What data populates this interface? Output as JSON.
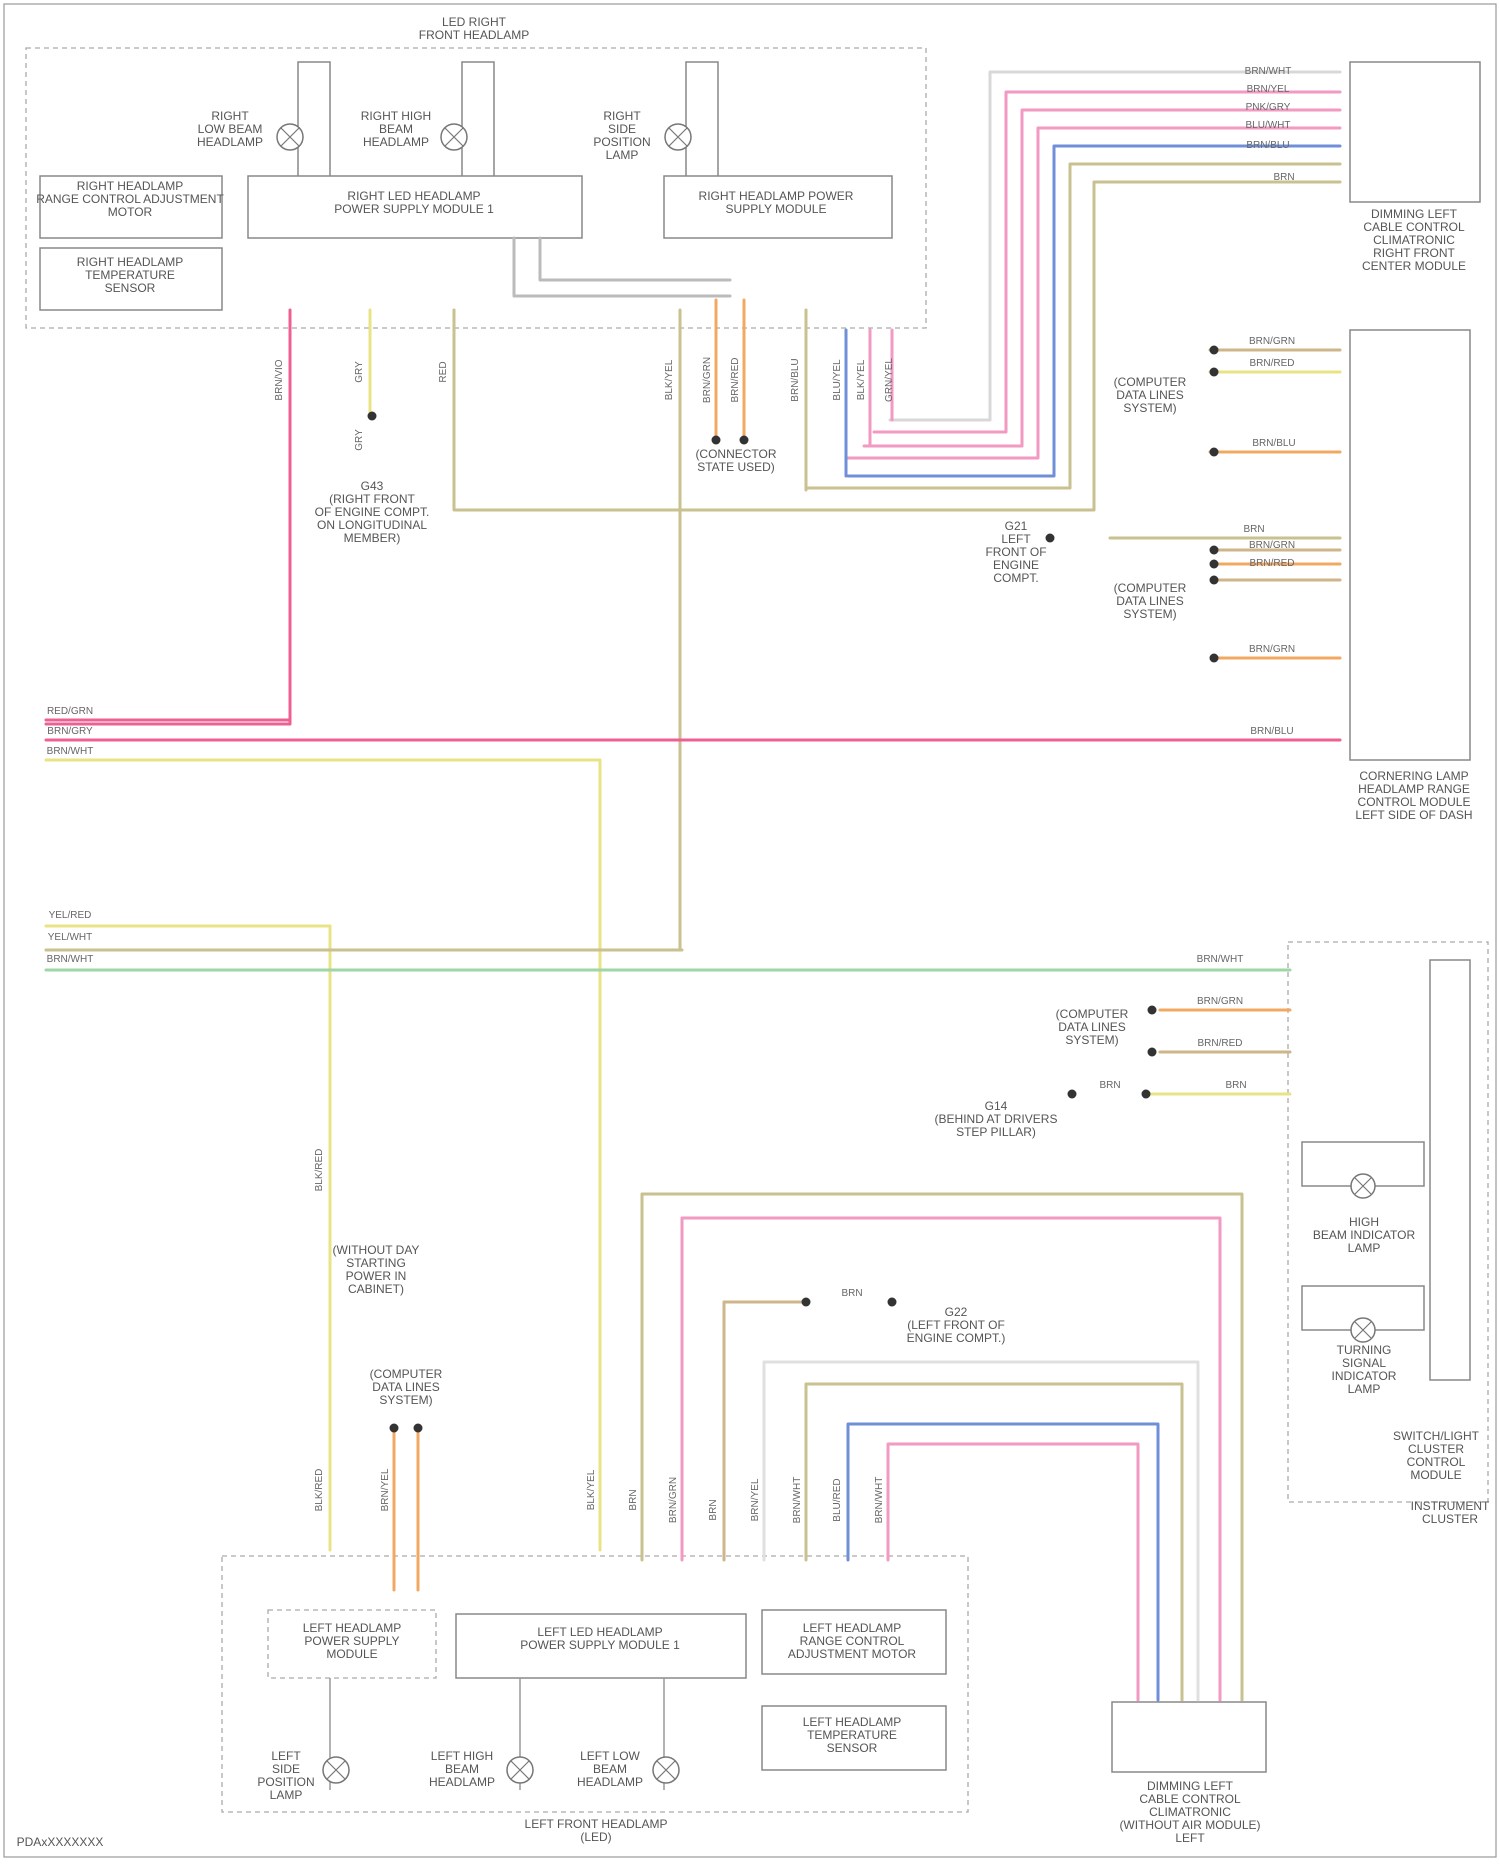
{
  "colors": {
    "pink": "#f29ac1",
    "hotpink": "#ee5f92",
    "yellow": "#e8e486",
    "khaki": "#c9c190",
    "tan": "#cfb58a",
    "orange": "#f0a862",
    "blue": "#6f8fd9",
    "green": "#9fd6a6",
    "grey": "#aaaaaa",
    "black": "#333333"
  },
  "labels": {
    "rh_assembly": "LED RIGHT\nFRONT HEADLAMP",
    "rh_low_beam": "RIGHT\nLOW BEAM\nHEADLAMP",
    "rh_high_beam": "RIGHT HIGH\nBEAM\nHEADLAMP",
    "rh_position": "RIGHT\nSIDE\nPOSITION\nLAMP",
    "rh_range_motor": "RIGHT HEADLAMP\nRANGE CONTROL ADJUSTMENT\nMOTOR",
    "rh_temp": "RIGHT HEADLAMP\nTEMPERATURE\nSENSOR",
    "rh_power_module": "RIGHT LED HEADLAMP\nPOWER SUPPLY MODULE 1",
    "rh_supply_module": "RIGHT HEADLAMP POWER\nSUPPLY MODULE",
    "rh_ground": "G43\n(RIGHT FRONT\nOF ENGINE COMPT.\nON LONGITUDINAL\nMEMBER)",
    "conn_top": "(CONNECTOR\nSTATE USED)",
    "drl_block_top": "(COMPUTER\nDATA LINES\nSYSTEM)",
    "drl_block_mid": "(COMPUTER\nDATA LINES\nSYSTEM)",
    "ground_g21": "G21\nLEFT\nFRONT OF\nENGINE\nCOMPT.",
    "rh_lamp_ctrl": "DIMMING LEFT\nCABLE CONTROL\nCLIMATRONIC\nRIGHT FRONT\nCENTER MODULE",
    "bcm": "CORNERING LAMP\nHEADLAMP RANGE\nCONTROL MODULE\nLEFT SIDE OF DASH",
    "switch_box": "SWITCH/LIGHT\nCLUSTER\nCONTROL\nMODULE",
    "switch_box_title": "INSTRUMENT\nCLUSTER",
    "switch_conn": "(COMPUTER\nDATA LINES\nSYSTEM)",
    "ground_g14": "G14\n(BEHIND AT DRIVERS\nSTEP PILLAR)",
    "hl_indicator": "HIGH\nBEAM INDICATOR\nLAMP",
    "turn_indicator": "TURNING\nSIGNAL\nINDICATOR\nLAMP",
    "lh_fuse": "(WITHOUT DAY\nSTARTING\nPOWER IN\nCABINET)",
    "lh_conn": "(COMPUTER\nDATA LINES\nSYSTEM)",
    "lh_ground": "G22\n(LEFT FRONT OF\nENGINE COMPT.)",
    "lh_range_module": "LEFT HEADLAMP\nPOWER SUPPLY\nMODULE",
    "lh_power_module": "LEFT LED HEADLAMP\nPOWER SUPPLY MODULE 1",
    "lh_range_motor": "LEFT HEADLAMP\nRANGE CONTROL\nADJUSTMENT MOTOR",
    "lh_temp": "LEFT HEADLAMP\nTEMPERATURE\nSENSOR",
    "lh_position": "LEFT\nSIDE\nPOSITION\nLAMP",
    "lh_high_beam": "LEFT HIGH\nBEAM\nHEADLAMP",
    "lh_low_beam": "LEFT LOW\nBEAM\nHEADLAMP",
    "lh_assembly": "LEFT FRONT HEADLAMP\n(LED)",
    "lh_ctrl": "DIMMING LEFT\nCABLE CONTROL\nCLIMATRONIC\n(WITHOUT AIR MODULE)\nLEFT",
    "footer": "PDAxXXXXXXX"
  },
  "wires": {
    "rh_top_1": "BRN/WHT",
    "rh_top_2": "BRN/YEL",
    "rh_top_3": "PNK/GRY",
    "rh_top_4": "BLU/WHT",
    "rh_top_5": "BRN/BLU",
    "rh_top_6": "BRN",
    "c1": "BRN/VIO",
    "c2": "GRY",
    "c3": "GRY",
    "c4": "RED",
    "c5": "BLK/YEL",
    "c6": "BRN/GRN",
    "c7": "BRN/RED",
    "c8": "BRN/BLU",
    "c9": "BLU/YEL",
    "c10": "BLK/YEL",
    "c11": "GRN/YEL",
    "bcm_1": "BRN/GRN",
    "bcm_2": "BRN/RED",
    "bcm_3": "BRN/BLU",
    "bcm_4": "BRN",
    "bcm_5": "BRN/GRN",
    "bcm_6": "BRN/RED",
    "bcm_7": "BRN/GRN",
    "bcm_8": "BRN/BLU",
    "left_1": "RED/GRN",
    "left_2": "BRN/GRY",
    "left_3": "BRN/WHT",
    "left_4": "YEL/RED",
    "left_5": "YEL/WHT",
    "left_6": "BRN/WHT",
    "sw_1": "BRN/WHT",
    "sw_2": "BRN/GRN",
    "sw_3": "BRN/RED",
    "sw_4": "BRN",
    "sw_5": "BRN",
    "lh_v1": "BLK/RED",
    "lh_v2": "BLK/RED",
    "lh_v3": "BRN/YEL",
    "lh_v4": "BLK/YEL",
    "lh_v5": "BRN",
    "lh_v6": "BRN/GRN",
    "lh_v7": "BRN",
    "lh_v8": "BRN/YEL",
    "lh_v9": "BRN/WHT",
    "lh_v10": "BLU/RED",
    "lh_v11": "BRN/WHT",
    "lh_gnd": "BRN"
  }
}
